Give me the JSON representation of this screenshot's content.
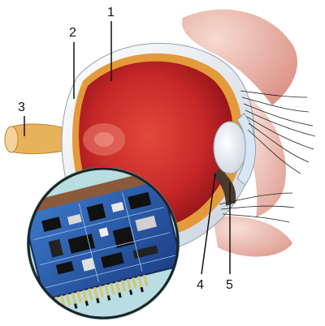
{
  "diagram": {
    "labels": [
      {
        "id": "1",
        "text": "1"
      },
      {
        "id": "2",
        "text": "2"
      },
      {
        "id": "3",
        "text": "3"
      },
      {
        "id": "4",
        "text": "4"
      },
      {
        "id": "5",
        "text": "5"
      }
    ],
    "colors": {
      "sclera": "#f2f4f6",
      "sclera_shadow": "#cfd6e0",
      "choroid": "#e49a3a",
      "retina": "#cc2b2b",
      "retina_dark": "#8e1118",
      "optic_nerve": "#e7b25a",
      "eyelid": "#eaa99a",
      "lens": "#f6f6f6",
      "chip_board": "#2e5fb0",
      "chip_frame": "#222222",
      "lens_ring": "#3aa0b0"
    },
    "icons": [
      "eye-cross-section",
      "retinal-implant-chip",
      "eyelashes"
    ]
  }
}
